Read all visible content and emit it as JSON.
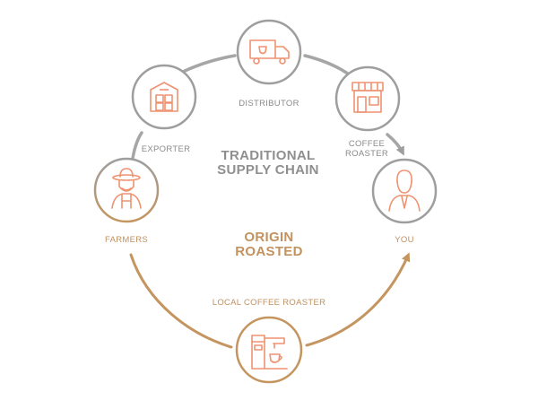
{
  "labels": {
    "distributor": "DISTRIBUTOR",
    "exporter": "EXPORTER",
    "coffee_roaster": "COFFEE ROASTER",
    "farmers": "FARMERS",
    "you": "YOU",
    "local_coffee_roaster": "LOCAL COFFEE ROASTER"
  },
  "titles": {
    "traditional_1": "TRADITIONAL",
    "traditional_2": "SUPPLY CHAIN",
    "origin_1": "ORIGIN",
    "origin_2": "ROASTED"
  },
  "icons": [
    "truck-icon",
    "warehouse-icon",
    "storefront-icon",
    "farmer-icon",
    "person-icon",
    "espresso-machine-icon"
  ],
  "colors": {
    "gray": "#9e9e9e",
    "gold": "#c4955f",
    "icon": "#ee9270"
  }
}
